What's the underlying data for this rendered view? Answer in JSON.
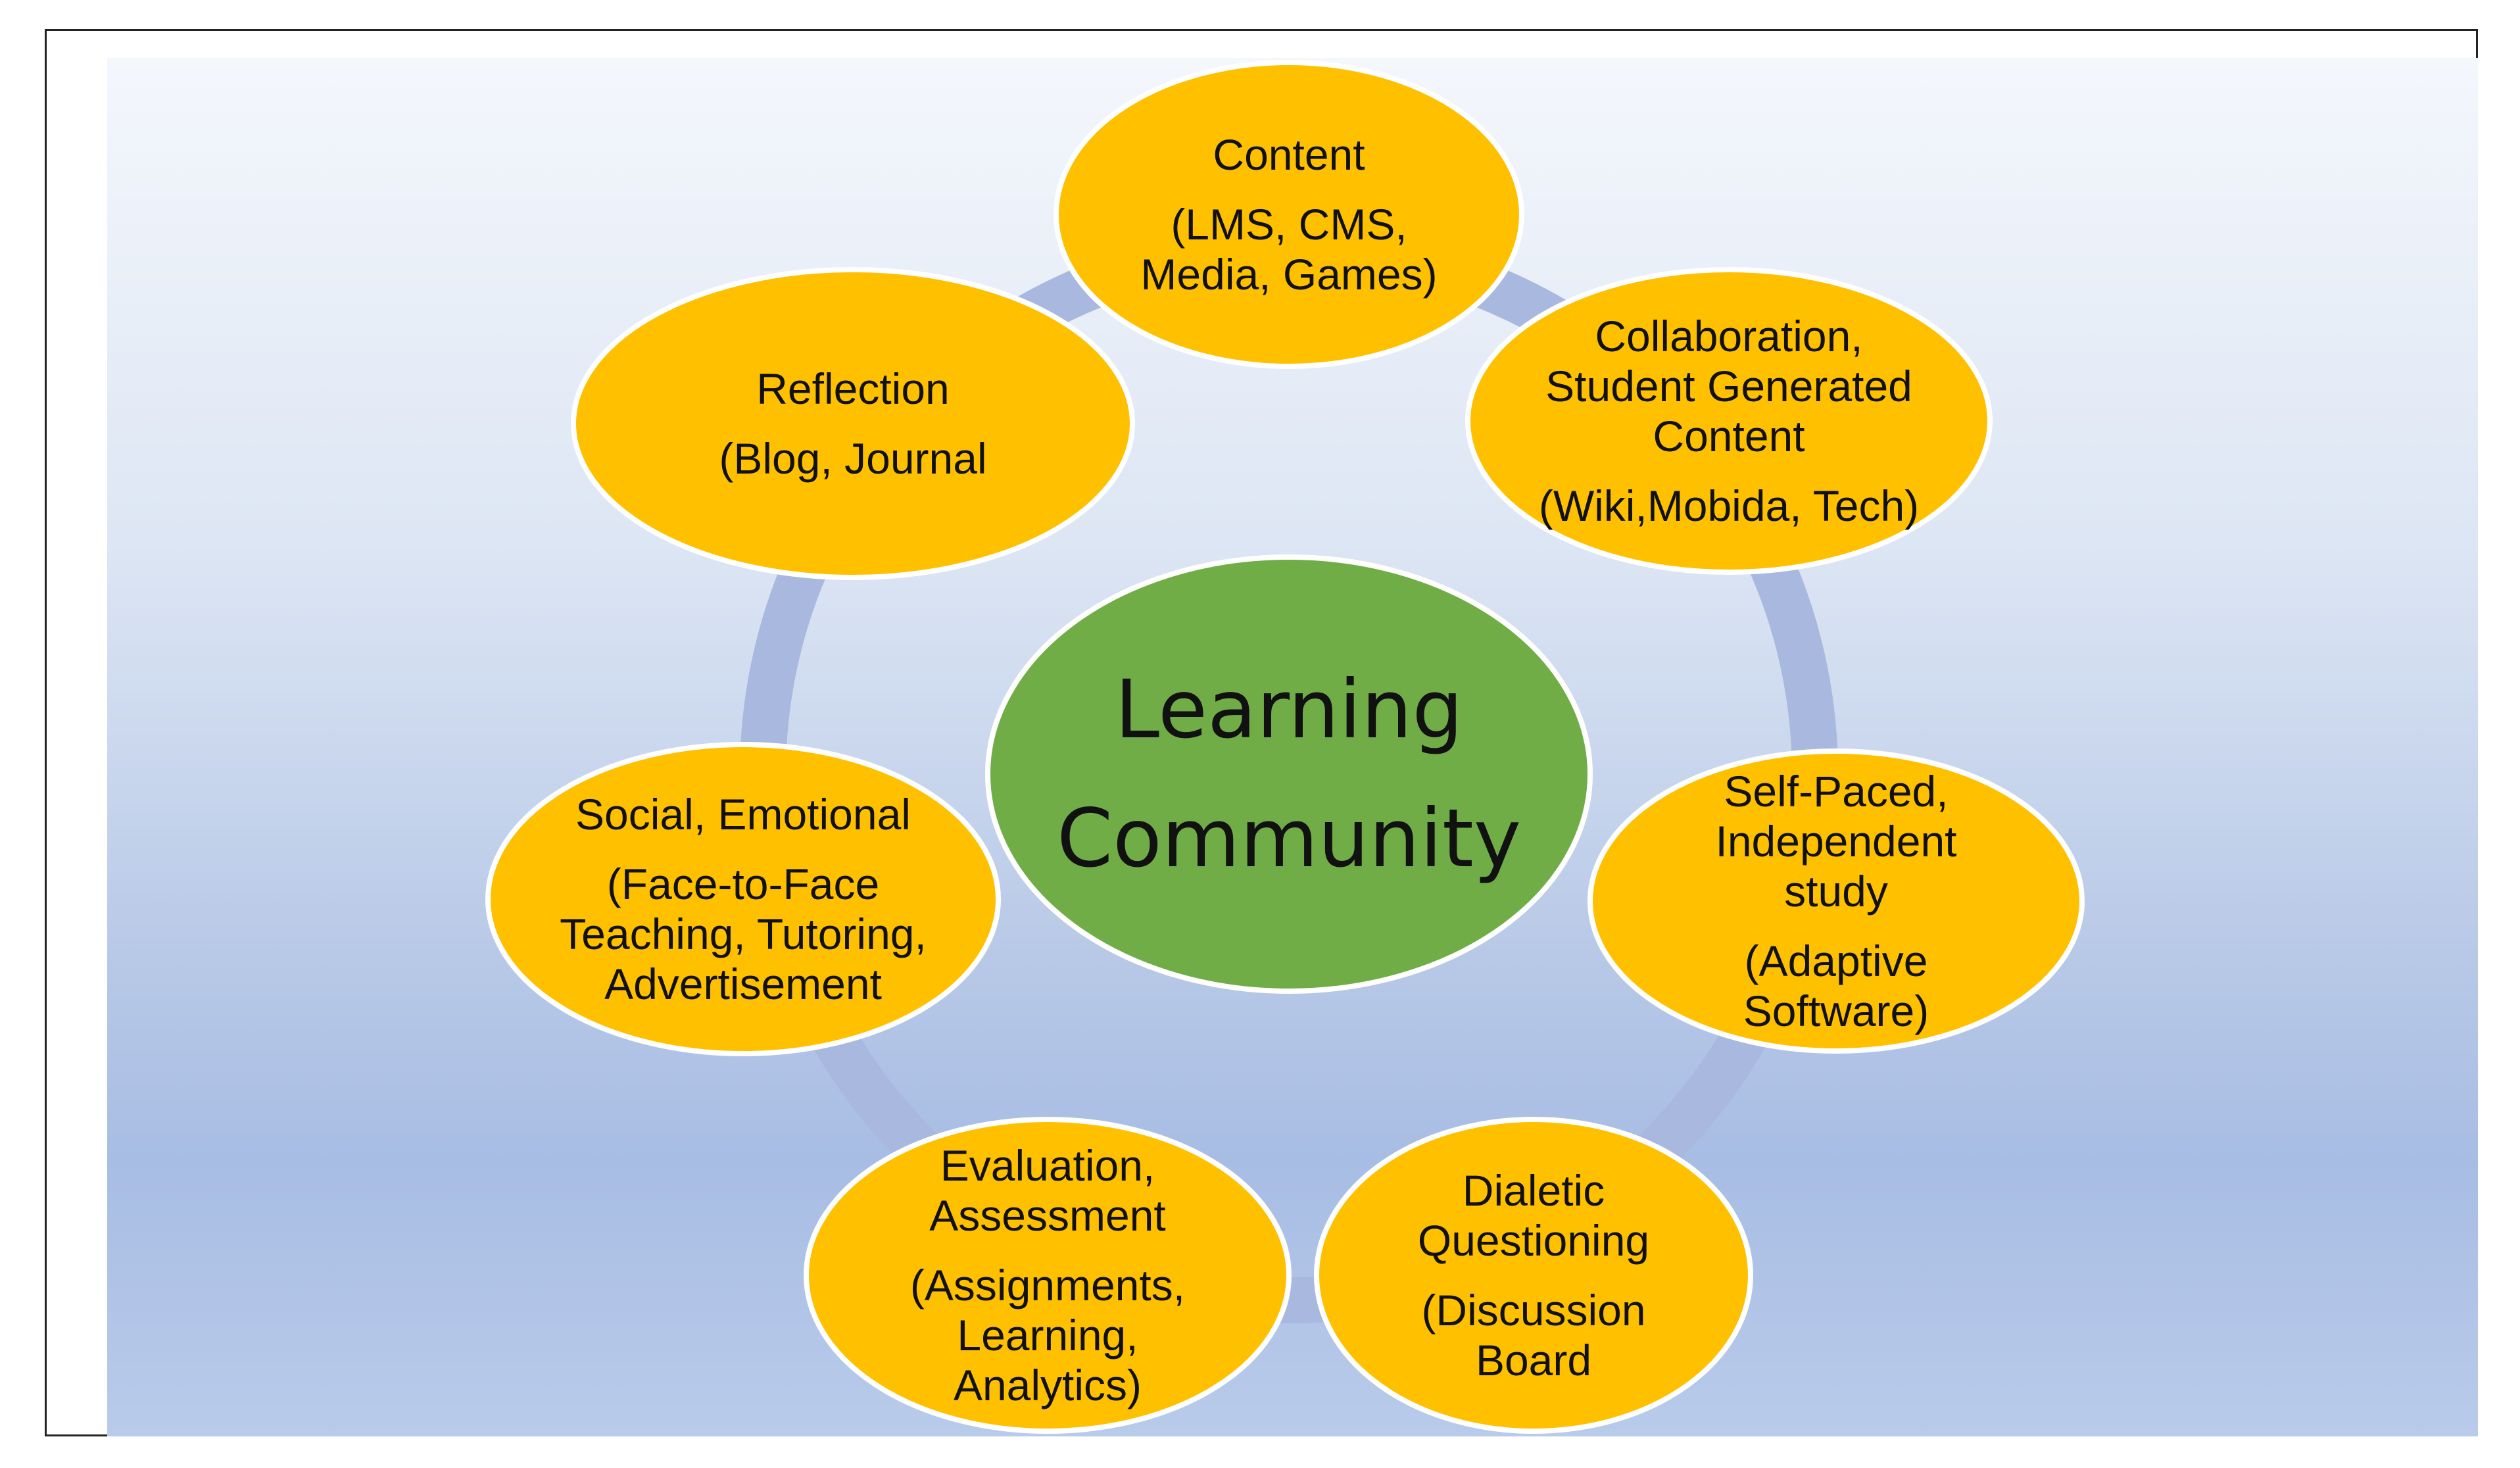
{
  "diagram": {
    "center": {
      "label": "Learning\nCommunity",
      "color": "#70ad47"
    },
    "node_color": "#ffc000",
    "node_border": "#ffffff",
    "ring_color": "#a9b8de",
    "nodes": [
      {
        "id": "content",
        "title": "Content",
        "detail": "(LMS, CMS,\nMedia, Games)"
      },
      {
        "id": "collaboration",
        "title": "Collaboration,\nStudent  Generated\nContent",
        "detail": "(Wiki,Mobida, Tech)"
      },
      {
        "id": "self-paced",
        "title": "Self-Paced,\nIndependent\nstudy",
        "detail": "(Adaptive\nSoftware)"
      },
      {
        "id": "dialetic",
        "title": "Dialetic\nQuestioning",
        "detail": "(Discussion\nBoard"
      },
      {
        "id": "evaluation",
        "title": "Evaluation,\nAssessment",
        "detail": "(Assignments,\nLearning,\nAnalytics)"
      },
      {
        "id": "social",
        "title": "Social, Emotional",
        "detail": "(Face-to-Face\nTeaching, Tutoring,\nAdvertisement"
      },
      {
        "id": "reflection",
        "title": "Reflection",
        "detail": "(Blog, Journal"
      }
    ]
  }
}
